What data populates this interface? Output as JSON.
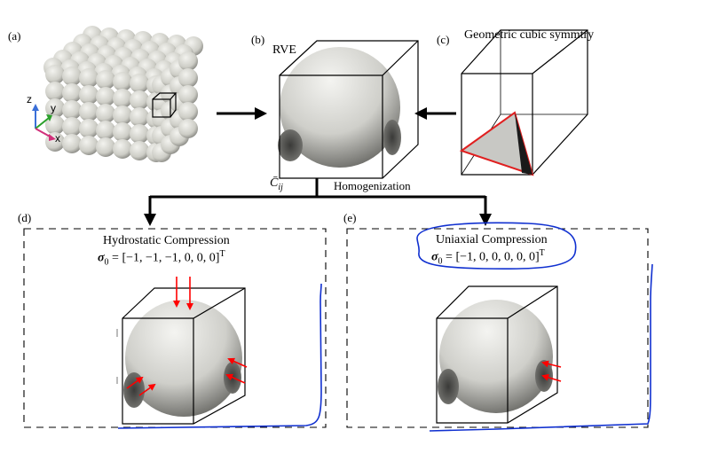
{
  "panels": {
    "a": {
      "label": "(a)"
    },
    "b": {
      "label": "(b)",
      "title": "RVE"
    },
    "c": {
      "label": "(c)",
      "title": "Geometric cubic symmtry"
    },
    "d": {
      "label": "(d)",
      "title": "Hydrostatic Compression",
      "eq_sym": "σ",
      "eq_sub": "0",
      "eq_rhs": " = [−1, −1, −1, 0, 0, 0]",
      "eq_sup": "T"
    },
    "e": {
      "label": "(e)",
      "title": "Uniaxial Compression",
      "eq_sym": "σ",
      "eq_sub": "0",
      "eq_rhs": " = [−1, 0, 0, 0, 0, 0]",
      "eq_sup": "T"
    }
  },
  "axes": {
    "z": "z",
    "y": "y",
    "x": "x"
  },
  "flow": {
    "cij": "C̄",
    "cij_sub": "ij",
    "homogenization": "Homogenization"
  },
  "colors": {
    "arrow": "#ff0000",
    "annotation": "#1030d0",
    "axis_z": "#3a6fd8",
    "axis_y": "#2aa02a",
    "axis_x": "#d0307a"
  }
}
